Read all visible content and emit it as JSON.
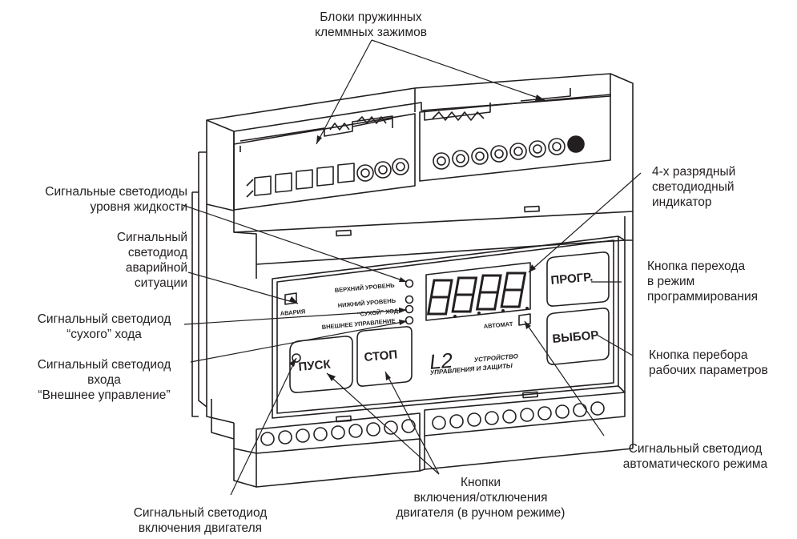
{
  "callouts": {
    "terminal_blocks": [
      "Блоки пружинных",
      "клеммных зажимов"
    ],
    "level_leds": [
      "Сигнальные светодиоды",
      "уровня жидкости"
    ],
    "alarm_led": [
      "Сигнальный",
      "светодиод",
      "аварийной",
      "ситуации"
    ],
    "dry_run_led": [
      "Сигнальный светодиод",
      "“сухого” хода"
    ],
    "external_control_led": [
      "Сигнальный светодиод",
      "входа",
      "“Внешнее управление”"
    ],
    "motor_on_led": [
      "Сигнальный светодиод",
      "включения двигателя"
    ],
    "motor_buttons": [
      "Кнопки",
      "включения/отключения",
      "двигателя (в ручном режиме)"
    ],
    "auto_mode_led": [
      "Сигнальный светодиод",
      "автоматического режима"
    ],
    "display": [
      "4-х разрядный",
      "светодиодный",
      "индикатор"
    ],
    "prog_button": [
      "Кнопка перехода",
      "в режим",
      "программирования"
    ],
    "select_button": [
      "Кнопка перебора",
      "рабочих параметров"
    ]
  },
  "panel": {
    "level_upper": "ВЕРХНИЙ УРОВЕНЬ",
    "level_lower": "НИЖНИЙ УРОВЕНЬ",
    "dry_run": "“СУХОЙ” ХОД",
    "external_control": "ВНЕШНЕЕ УПРАВЛЕНИЕ",
    "alarm_label": "АВАРИЯ",
    "auto_label": "АВТОМАТ",
    "display_value": "8.8.8.8.",
    "btn_start": "ПУСК",
    "btn_stop": "СТОП",
    "btn_prog": "ПРОГР.",
    "btn_select": "ВЫБОР",
    "logo": "L2",
    "logo_line1": "УСТРОЙСТВО",
    "logo_line2": "УПРАВЛЕНИЯ И ЗАЩИТЫ"
  },
  "colors": {
    "line": "#231f20",
    "body": "#ffffff",
    "dark": "#231f20"
  },
  "icons": [
    "led-indicator-icon",
    "terminal-screw-icon",
    "seven-segment-digit-icon"
  ]
}
